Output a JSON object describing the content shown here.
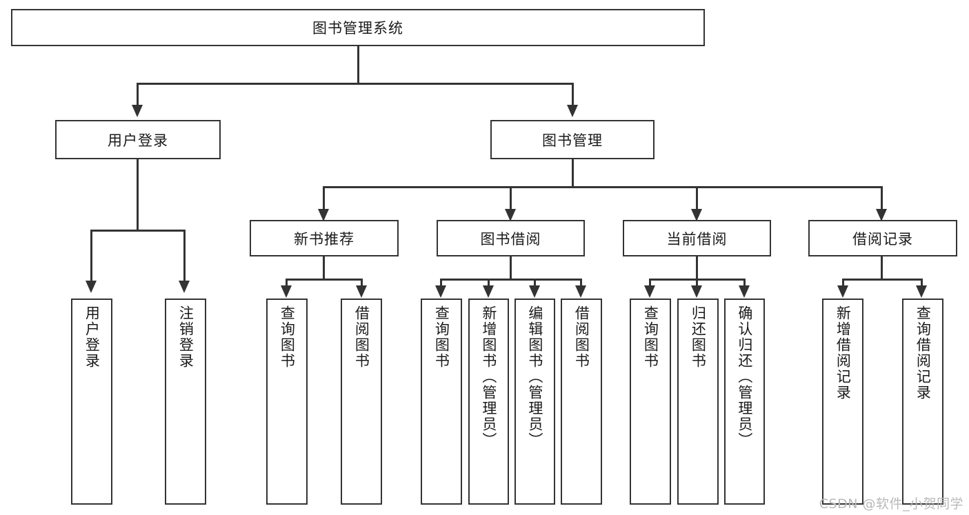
{
  "diagram": {
    "title": "图书管理系统",
    "watermark": "CSDN @软件_小贺同学",
    "line_color": "#333333",
    "box_fill": "#ffffff",
    "text_color": "#1a1a1a",
    "watermark_color": "#b9b9b9"
  },
  "root": {
    "label": "图书管理系统"
  },
  "level1": [
    {
      "label": "用户登录"
    },
    {
      "label": "图书管理"
    }
  ],
  "level2": [
    {
      "label": "新书推荐"
    },
    {
      "label": "图书借阅"
    },
    {
      "label": "当前借阅"
    },
    {
      "label": "借阅记录"
    }
  ],
  "leaves": {
    "user_login": [
      {
        "label": "用户登录"
      },
      {
        "label": "注销登录"
      }
    ],
    "new_book": [
      {
        "label": "查询图书"
      },
      {
        "label": "借阅图书"
      }
    ],
    "book_borrow": [
      {
        "label": "查询图书"
      },
      {
        "label": "新增图书（管理员）"
      },
      {
        "label": "编辑图书（管理员）"
      },
      {
        "label": "借阅图书"
      }
    ],
    "current_borrow": [
      {
        "label": "查询图书"
      },
      {
        "label": "归还图书"
      },
      {
        "label": "确认归还（管理员）"
      }
    ],
    "borrow_record": [
      {
        "label": "新增借阅记录"
      },
      {
        "label": "查询借阅记录"
      }
    ]
  }
}
